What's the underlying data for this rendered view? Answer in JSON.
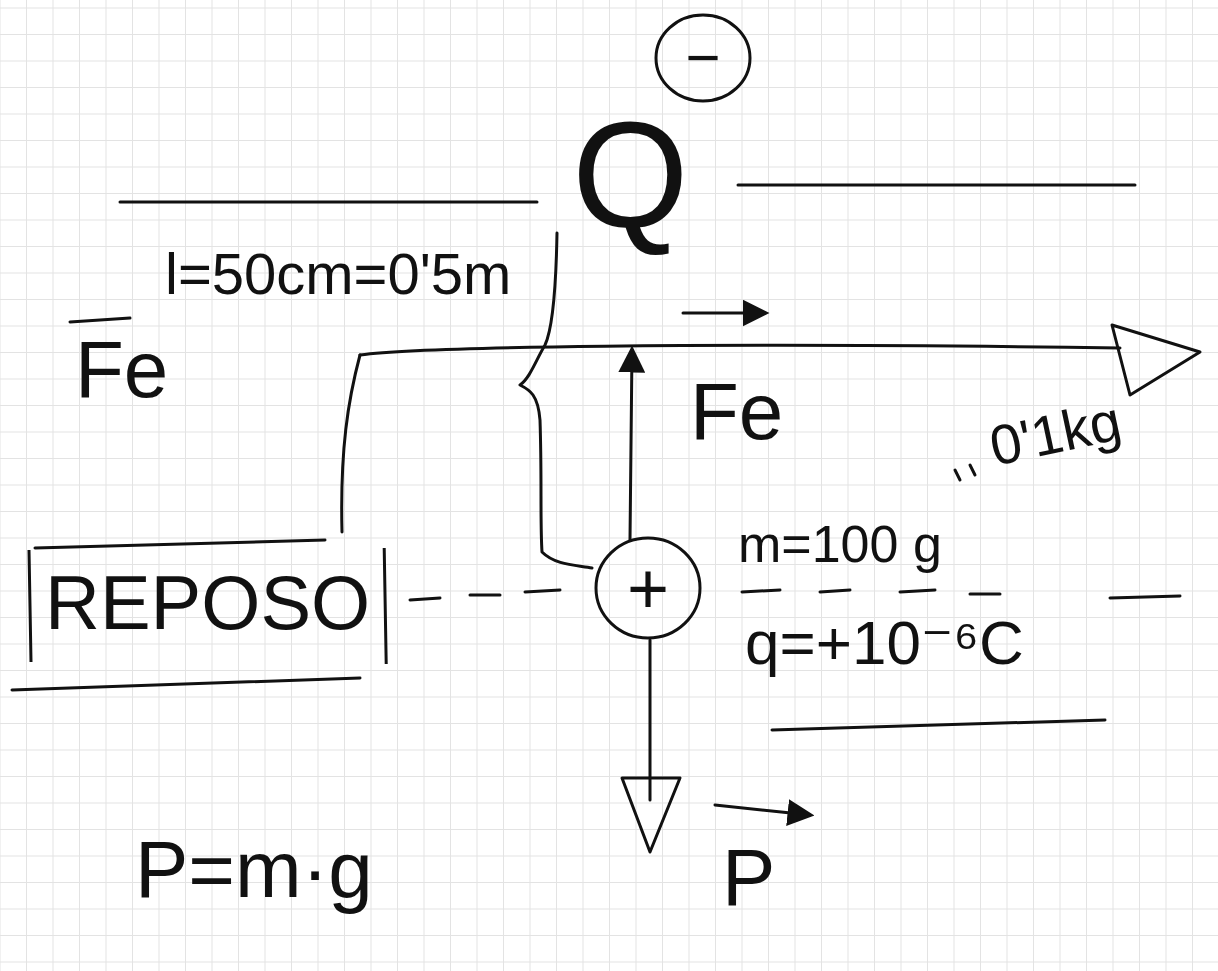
{
  "diagram": {
    "nodes": [
      {
        "text": [
          "−"
        ]
      },
      {
        "text": [
          "REPOSO"
        ]
      },
      {
        "text": [
          "+"
        ]
      }
    ],
    "labels": [
      "Q",
      "l=50cm=0'5m",
      "Fe",
      "Fe",
      "m=100 g",
      "0'1kg",
      "q=+10⁻⁶C",
      "P=m·g",
      "P"
    ]
  }
}
